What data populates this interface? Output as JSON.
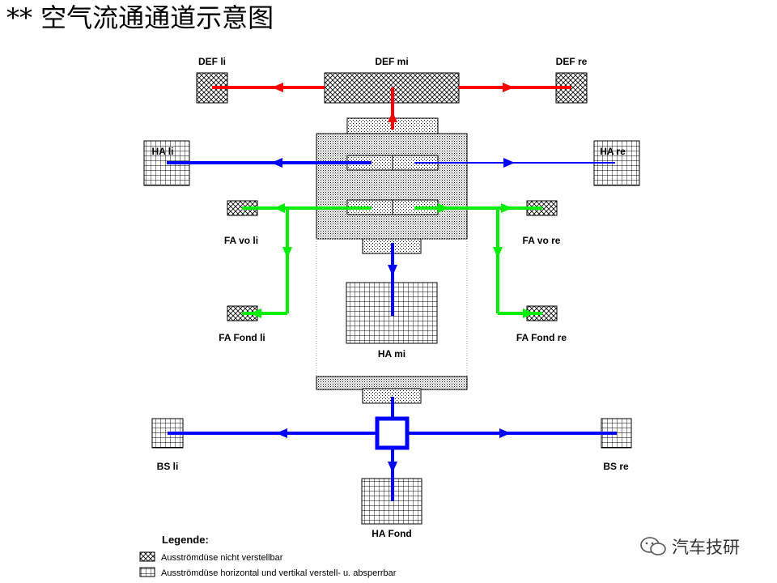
{
  "title": "** 空气流通通道示意图",
  "labels": {
    "def_li": "DEF li",
    "def_mi": "DEF mi",
    "def_re": "DEF re",
    "ha_li": "HA li",
    "ha_re": "HA re",
    "fa_vo_li": "FA vo li",
    "fa_vo_re": "FA vo re",
    "fa_fond_li": "FA Fond li",
    "fa_fond_re": "FA Fond re",
    "ha_mi": "HA mi",
    "bs_li": "BS li",
    "bs_re": "BS re",
    "ha_fond": "HA Fond"
  },
  "legend": {
    "heading": "Legende:",
    "item_fixed": "Ausströmdüse nicht verstellbar",
    "item_adjustable": "Ausströmdüse horizontal und vertikal verstell- u. absperrbar"
  },
  "watermark": "汽车技研",
  "colors": {
    "defrost": "#ff0000",
    "main_air": "#0000ff",
    "foot_air": "#00ee00"
  }
}
